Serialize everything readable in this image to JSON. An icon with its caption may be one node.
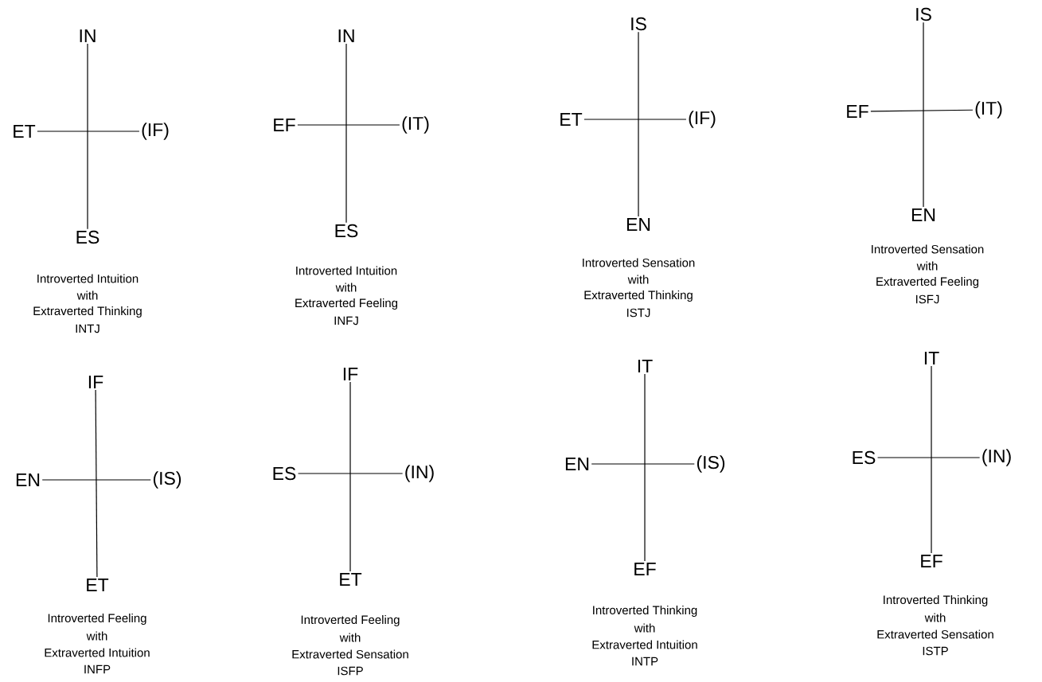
{
  "diagram": {
    "nodes": [
      {
        "text": [
          "IN"
        ]
      },
      {
        "text": [
          "ET"
        ]
      },
      {
        "text": [
          "(IF)"
        ]
      },
      {
        "text": [
          "ES"
        ]
      },
      {
        "text": [
          "IN"
        ]
      },
      {
        "text": [
          "EF"
        ]
      },
      {
        "text": [
          "(IT)"
        ]
      },
      {
        "text": [
          "ES"
        ]
      },
      {
        "text": [
          "IS"
        ]
      },
      {
        "text": [
          "ET"
        ]
      },
      {
        "text": [
          "(IF)"
        ]
      },
      {
        "text": [
          "EN"
        ]
      },
      {
        "text": [
          "IS"
        ]
      },
      {
        "text": [
          "EF"
        ]
      },
      {
        "text": [
          "(IT)"
        ]
      },
      {
        "text": [
          "EN"
        ]
      },
      {
        "text": [
          "IF"
        ]
      },
      {
        "text": [
          "EN"
        ]
      },
      {
        "text": [
          "(IS)"
        ]
      },
      {
        "text": [
          "ET"
        ]
      },
      {
        "text": [
          "IF"
        ]
      },
      {
        "text": [
          "ES"
        ]
      },
      {
        "text": [
          "(IN)"
        ]
      },
      {
        "text": [
          "ET"
        ]
      },
      {
        "text": [
          "IT"
        ]
      },
      {
        "text": [
          "EN"
        ]
      },
      {
        "text": [
          "(IS)"
        ]
      },
      {
        "text": [
          "EF"
        ]
      },
      {
        "text": [
          "IT"
        ]
      },
      {
        "text": [
          "ES"
        ]
      },
      {
        "text": [
          "(IN)"
        ]
      },
      {
        "text": [
          "EF"
        ]
      }
    ],
    "edges": [
      {
        "from": 0,
        "to": 3,
        "arrow": "none"
      },
      {
        "from": 1,
        "to": 2,
        "arrow": "none"
      },
      {
        "from": 4,
        "to": 7,
        "arrow": "none"
      },
      {
        "from": 5,
        "to": 6,
        "arrow": "none"
      },
      {
        "from": 8,
        "to": 11,
        "arrow": "none"
      },
      {
        "from": 9,
        "to": 10,
        "arrow": "none"
      },
      {
        "from": 12,
        "to": 15,
        "arrow": "none"
      },
      {
        "from": 13,
        "to": 14,
        "arrow": "none"
      },
      {
        "from": 16,
        "to": 19,
        "arrow": "none"
      },
      {
        "from": 17,
        "to": 18,
        "arrow": "none"
      },
      {
        "from": 20,
        "to": 23,
        "arrow": "none"
      },
      {
        "from": 21,
        "to": 22,
        "arrow": "none"
      },
      {
        "from": 24,
        "to": 27,
        "arrow": "none"
      },
      {
        "from": 25,
        "to": 26,
        "arrow": "none"
      },
      {
        "from": 28,
        "to": 31,
        "arrow": "none"
      },
      {
        "from": 29,
        "to": 30,
        "arrow": "none"
      }
    ],
    "labels": [
      "Introverted Intuition",
      "with",
      "Extraverted Thinking",
      "INTJ",
      "Introverted Intuition",
      "with",
      "Extraverted Feeling",
      "INFJ",
      "Introverted Sensation",
      "with",
      "Extraverted Thinking",
      "ISTJ",
      "Introverted Sensation",
      "with",
      "Extraverted Feeling",
      "ISFJ",
      "Introverted Feeling",
      "with",
      "Extraverted Intuition",
      "INFP",
      "Introverted Feeling",
      "with",
      "Extraverted Sensation",
      "ISFP",
      "Introverted Thinking",
      "with",
      "Extraverted Intuition",
      "INTP",
      "Introverted Thinking",
      "with",
      "Extraverted Sensation",
      "ISTP"
    ]
  }
}
